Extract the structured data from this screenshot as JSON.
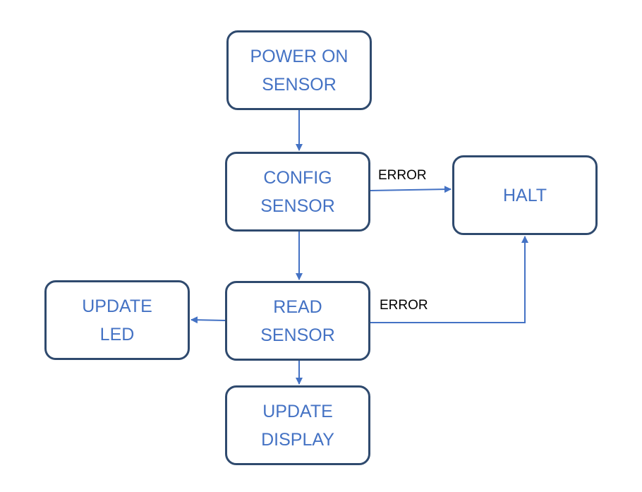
{
  "nodes": {
    "power_on": {
      "lines": [
        "POWER ON",
        "SENSOR"
      ]
    },
    "config": {
      "lines": [
        "CONFIG",
        "SENSOR"
      ]
    },
    "halt": {
      "lines": [
        "HALT"
      ]
    },
    "read": {
      "lines": [
        "READ",
        "SENSOR"
      ]
    },
    "led": {
      "lines": [
        "UPDATE",
        "LED"
      ]
    },
    "display": {
      "lines": [
        "UPDATE",
        "DISPLAY"
      ]
    }
  },
  "edges": {
    "config_to_halt_label": "ERROR",
    "read_to_halt_label": "ERROR"
  },
  "colors": {
    "box_border": "#2f4a6e",
    "box_text": "#4472c4",
    "arrow": "#4472c4",
    "edge_label_text": "#000000"
  }
}
